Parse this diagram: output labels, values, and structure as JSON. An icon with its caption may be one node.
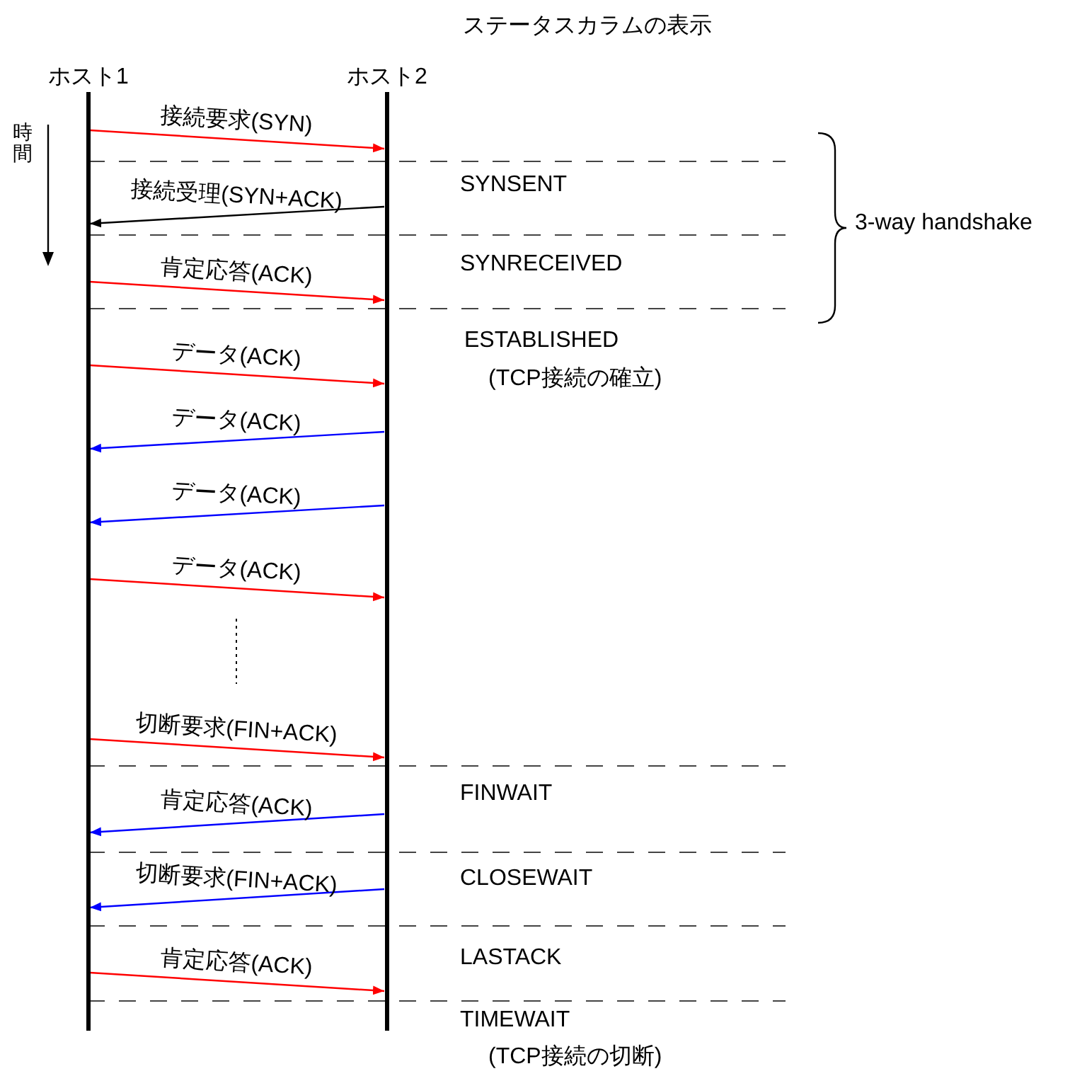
{
  "diagram": {
    "title": "ステータスカラムの表示",
    "nodes": [
      {
        "text": [
          "ホスト1"
        ]
      },
      {
        "text": [
          "ホスト2"
        ]
      }
    ],
    "edges": [
      {
        "from": 0,
        "to": 1,
        "arrow": "to",
        "label": "接続要求(SYN)"
      },
      {
        "from": 1,
        "to": 0,
        "arrow": "to",
        "label": "接続受理(SYN+ACK)",
        "color": "#000000"
      },
      {
        "from": 0,
        "to": 1,
        "arrow": "to",
        "label": "肯定応答(ACK)"
      },
      {
        "from": 0,
        "to": 1,
        "arrow": "to",
        "label": "データ(ACK)"
      },
      {
        "from": 1,
        "to": 0,
        "arrow": "to",
        "label": "データ(ACK)",
        "color": "#0000ff"
      },
      {
        "from": 1,
        "to": 0,
        "arrow": "to",
        "label": "データ(ACK)",
        "color": "#0000ff"
      },
      {
        "from": 0,
        "to": 1,
        "arrow": "to",
        "label": "データ(ACK)"
      },
      {
        "from": 0,
        "to": 1,
        "arrow": "to",
        "label": "切断要求(FIN+ACK)"
      },
      {
        "from": 1,
        "to": 0,
        "arrow": "to",
        "label": "肯定応答(ACK)",
        "color": "#0000ff"
      },
      {
        "from": 1,
        "to": 0,
        "arrow": "to",
        "label": "切断要求(FIN+ACK)",
        "color": "#0000ff"
      },
      {
        "from": 0,
        "to": 1,
        "arrow": "to",
        "label": "肯定応答(ACK)"
      }
    ],
    "labels": [
      "時間",
      "SYNSENT",
      "3-way handshake",
      "SYNRECEIVED",
      "ESTABLISHED",
      "(TCP接続の確立)",
      "FINWAIT",
      "CLOSEWAIT",
      "LASTACK",
      "TIMEWAIT",
      "(TCP接続の切断)"
    ]
  }
}
